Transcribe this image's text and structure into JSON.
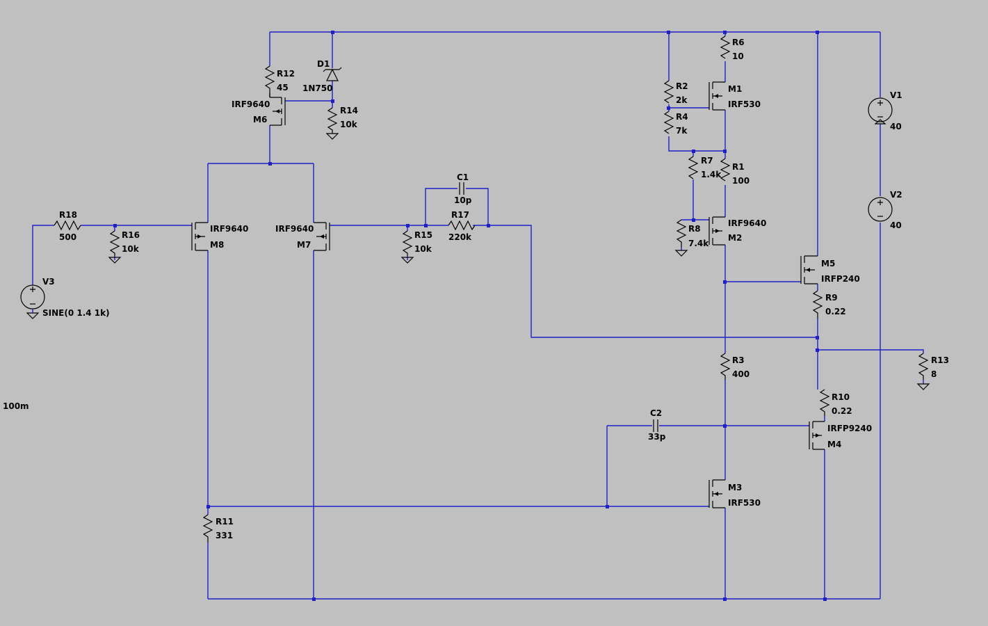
{
  "window": {
    "title": ""
  },
  "schematic": {
    "components": [
      {
        "ref": "R12",
        "value": "45"
      },
      {
        "ref": "D1",
        "value": "1N750"
      },
      {
        "ref": "R14",
        "value": "10k"
      },
      {
        "ref": "M6",
        "value": "IRF9640"
      },
      {
        "ref": "R6",
        "value": "10"
      },
      {
        "ref": "R2",
        "value": "2k"
      },
      {
        "ref": "M1",
        "value": "IRF530"
      },
      {
        "ref": "R4",
        "value": "7k"
      },
      {
        "ref": "R7",
        "value": "1.4k"
      },
      {
        "ref": "R1",
        "value": "100"
      },
      {
        "ref": "R8",
        "value": "7.4k"
      },
      {
        "ref": "M2",
        "value": "IRF9640"
      },
      {
        "ref": "V1",
        "value": "40"
      },
      {
        "ref": "V2",
        "value": "40"
      },
      {
        "ref": "M5",
        "value": "IRFP240"
      },
      {
        "ref": "R9",
        "value": "0.22"
      },
      {
        "ref": "R13",
        "value": "8"
      },
      {
        "ref": "R3",
        "value": "400"
      },
      {
        "ref": "R10",
        "value": "0.22"
      },
      {
        "ref": "M4",
        "value": "IRFP9240"
      },
      {
        "ref": "C2",
        "value": "33p"
      },
      {
        "ref": "M3",
        "value": "IRF530"
      },
      {
        "ref": "C1",
        "value": "10p"
      },
      {
        "ref": "R17",
        "value": "220k"
      },
      {
        "ref": "R15",
        "value": "10k"
      },
      {
        "ref": "M7",
        "value": "IRF9640"
      },
      {
        "ref": "M8",
        "value": "IRF9640"
      },
      {
        "ref": "R18",
        "value": "500"
      },
      {
        "ref": "R16",
        "value": "10k"
      },
      {
        "ref": "V3",
        "value": "SINE(0 1.4 1k)"
      },
      {
        "ref": "R11",
        "value": "331"
      }
    ],
    "directive": "100m"
  }
}
